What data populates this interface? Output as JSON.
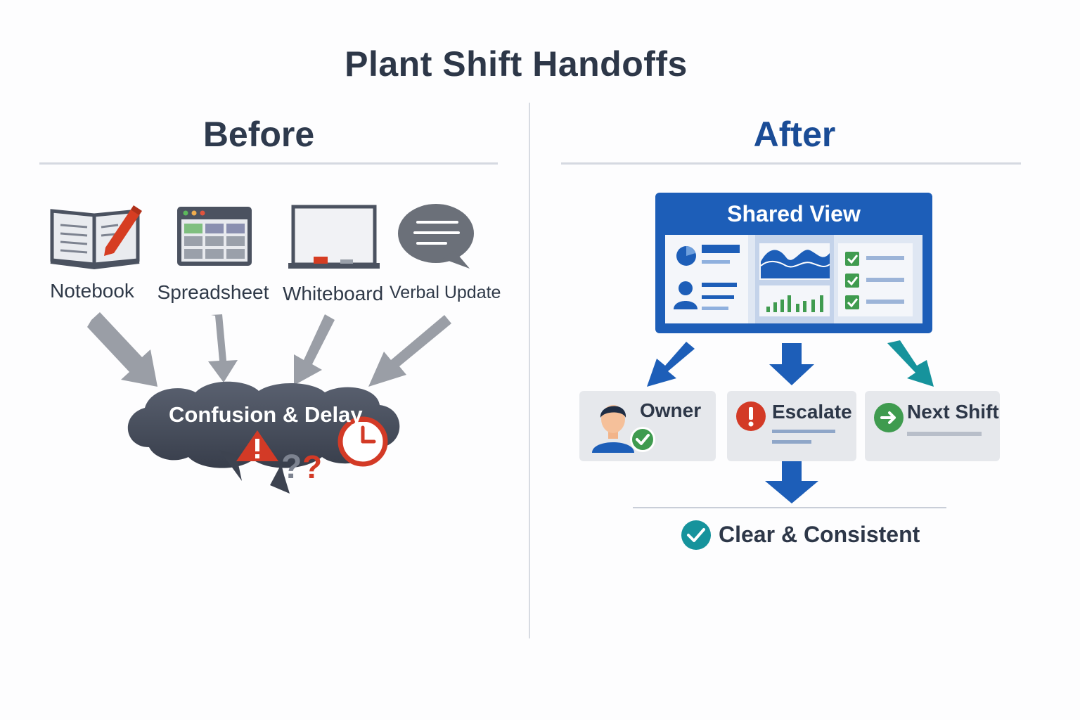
{
  "title": "Plant Shift Handoffs",
  "before": {
    "heading": "Before",
    "sources": [
      {
        "label": "Notebook",
        "icon": "notebook-icon"
      },
      {
        "label": "Spreadsheet",
        "icon": "spreadsheet-icon"
      },
      {
        "label": "Whiteboard",
        "icon": "whiteboard-icon"
      },
      {
        "label": "Verbal Update",
        "icon": "speech-bubble-icon"
      }
    ],
    "outcome": "Confusion & Delay"
  },
  "after": {
    "heading": "After",
    "hub": "Shared View",
    "actions": [
      {
        "label": "Owner",
        "icon": "person-check-icon"
      },
      {
        "label": "Escalate",
        "icon": "alert-icon"
      },
      {
        "label": "Next Shift",
        "icon": "arrow-right-icon"
      }
    ],
    "result": "Clear & Consistent"
  },
  "colors": {
    "gray_arrow": "#9a9ea6",
    "blue": "#1d5eb8",
    "teal": "#16939c",
    "red": "#d33a26",
    "green": "#3f9b4f",
    "cloud": "#444b5a"
  }
}
